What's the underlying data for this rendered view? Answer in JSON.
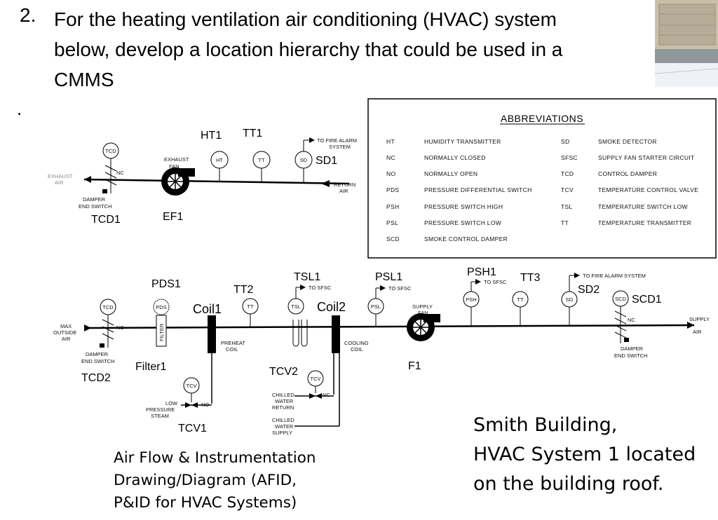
{
  "question": {
    "number": "2.",
    "lines": [
      "For the heating ventilation air conditioning (HVAC) system",
      "below, develop a location hierarchy that could be used in a",
      "CMMS"
    ]
  },
  "bullet": ".",
  "abbreviations": {
    "title": "ABBREVIATIONS",
    "left": [
      {
        "code": "HT",
        "meaning": "HUMIDITY TRANSMITTER"
      },
      {
        "code": "NC",
        "meaning": "NORMALLY CLOSED"
      },
      {
        "code": "NO",
        "meaning": "NORMALLY OPEN"
      },
      {
        "code": "PDS",
        "meaning": "PRESSURE DIFFERENTIAL SWITCH"
      },
      {
        "code": "PSH",
        "meaning": "PRESSURE SWITCH HIGH"
      },
      {
        "code": "PSL",
        "meaning": "PRESSURE SWITCH LOW"
      },
      {
        "code": "SCD",
        "meaning": "SMOKE CONTROL DAMPER"
      }
    ],
    "right": [
      {
        "code": "SD",
        "meaning": "SMOKE DETECTOR"
      },
      {
        "code": "SFSC",
        "meaning": "SUPPLY FAN STARTER CIRCUIT"
      },
      {
        "code": "TCD",
        "meaning": "CONTROL DAMPER"
      },
      {
        "code": "TCV",
        "meaning": "TEMPERATURE CONTROL VALVE"
      },
      {
        "code": "TSL",
        "meaning": "TEMPERATURE SWITCH LOW"
      },
      {
        "code": "TT",
        "meaning": "TEMPERATURE TRANSMITTER"
      }
    ]
  },
  "exhaust": {
    "tags": {
      "ht1": "HT1",
      "tt1": "TT1",
      "sd1": "SD1",
      "tcd1": "TCD1",
      "ef1": "EF1"
    },
    "labels": {
      "exhaust_air_1": "EXHAUST",
      "exhaust_air_2": "AIR",
      "exhaust_fan_1": "EXHAUST",
      "exhaust_fan_2": "FAN",
      "fire_alarm_1": "TO FIRE ALARM",
      "fire_alarm_2": "SYSTEM",
      "return_air_1": "RETURN",
      "return_air_2": "AIR",
      "nc": "NC",
      "damper_end_1": "DAMPER",
      "damper_end_2": "END SWITCH"
    },
    "bubbles": {
      "tcd": "TCD",
      "ht": "HT",
      "tt": "TT",
      "sd": "SD"
    }
  },
  "supply": {
    "tags": {
      "pds1": "PDS1",
      "coil1": "Coil1",
      "tt2": "TT2",
      "tsl1": "TSL1",
      "coil2": "Coil2",
      "psl1": "PSL1",
      "psh1": "PSH1",
      "tt3": "TT3",
      "sd2": "SD2",
      "scd1": "SCD1",
      "tcd2": "TCD2",
      "filter1": "Filter1",
      "tcv1": "TCV1",
      "tcv2": "TCV2",
      "f1": "F1"
    },
    "bubbles": {
      "tcd": "TCD",
      "pds": "PDS",
      "tt2": "TT",
      "tsl": "TSL",
      "psl": "PSL",
      "psh": "PSH",
      "tt3": "TT",
      "sd": "SD",
      "scd": "SCD",
      "tcv1": "TCV",
      "tcv2": "TCV"
    },
    "labels": {
      "max_outside_1": "MAX",
      "max_outside_2": "OUTSIDE",
      "max_outside_3": "AIR",
      "nc_left": "NC",
      "nc_right": "NC",
      "nc_valve": "NC",
      "no_valve": "NO",
      "damper_end_l1": "DAMPER",
      "damper_end_l2": "END SWITCH",
      "damper_end_r1": "DAMPER",
      "damper_end_r2": "END SWITCH",
      "filter": "FILTER",
      "preheat_1": "PREHEAT",
      "preheat_2": "COIL",
      "cooling_1": "COOLING",
      "cooling_2": "COIL",
      "supply_fan_1": "SUPPLY",
      "supply_fan_2": "FAN",
      "supply_air_1": "SUPPLY",
      "supply_air_2": "AIR",
      "to_sfsc_tsl": "TO SFSC",
      "to_sfsc_psl": "TO SFSC",
      "to_sfsc_psh": "TO SFSC",
      "to_fire_alarm": "TO FIRE ALARM SYSTEM",
      "low_steam_1": "LOW",
      "low_steam_2": "PRESSURE",
      "low_steam_3": "STEAM",
      "chw_return_1": "CHILLED",
      "chw_return_2": "WATER",
      "chw_return_3": "RETURN",
      "chw_supply_1": "CHILLED",
      "chw_supply_2": "WATER",
      "chw_supply_3": "SUPPLY"
    }
  },
  "caption_left": [
    "Air Flow & Instrumentation",
    "Drawing/Diagram (AFID,",
    "P&ID for HVAC Systems)"
  ],
  "caption_right": [
    "Smith Building,",
    "HVAC System 1 located",
    "on the building roof."
  ]
}
